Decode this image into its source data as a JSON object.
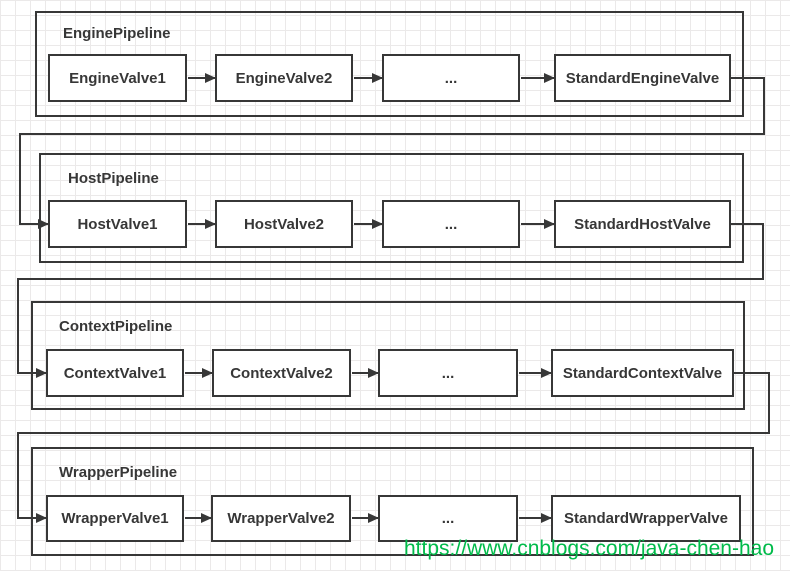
{
  "diagram": {
    "pipelines": [
      {
        "title": "EnginePipeline",
        "valves": [
          "EngineValve1",
          "EngineValve2",
          "...",
          "StandardEngineValve"
        ]
      },
      {
        "title": "HostPipeline",
        "valves": [
          "HostValve1",
          "HostValve2",
          "...",
          "StandardHostValve"
        ]
      },
      {
        "title": "ContextPipeline",
        "valves": [
          "ContextValve1",
          "ContextValve2",
          "...",
          "StandardContextValve"
        ]
      },
      {
        "title": "WrapperPipeline",
        "valves": [
          "WrapperValve1",
          "WrapperValve2",
          "...",
          "StandardWrapperValve"
        ]
      }
    ],
    "connections": [
      {
        "from": "StandardEngineValve",
        "to": "HostValve1"
      },
      {
        "from": "StandardHostValve",
        "to": "ContextValve1"
      },
      {
        "from": "StandardContextValve",
        "to": "WrapperValve1"
      }
    ]
  },
  "watermark": {
    "text": "https://www.cnblogs.com/java-chen-hao"
  },
  "colors": {
    "line": "#373737",
    "grid": "#ebe9e9",
    "valve_fill": "#ffffff",
    "watermark_green": "#00bb4a"
  }
}
